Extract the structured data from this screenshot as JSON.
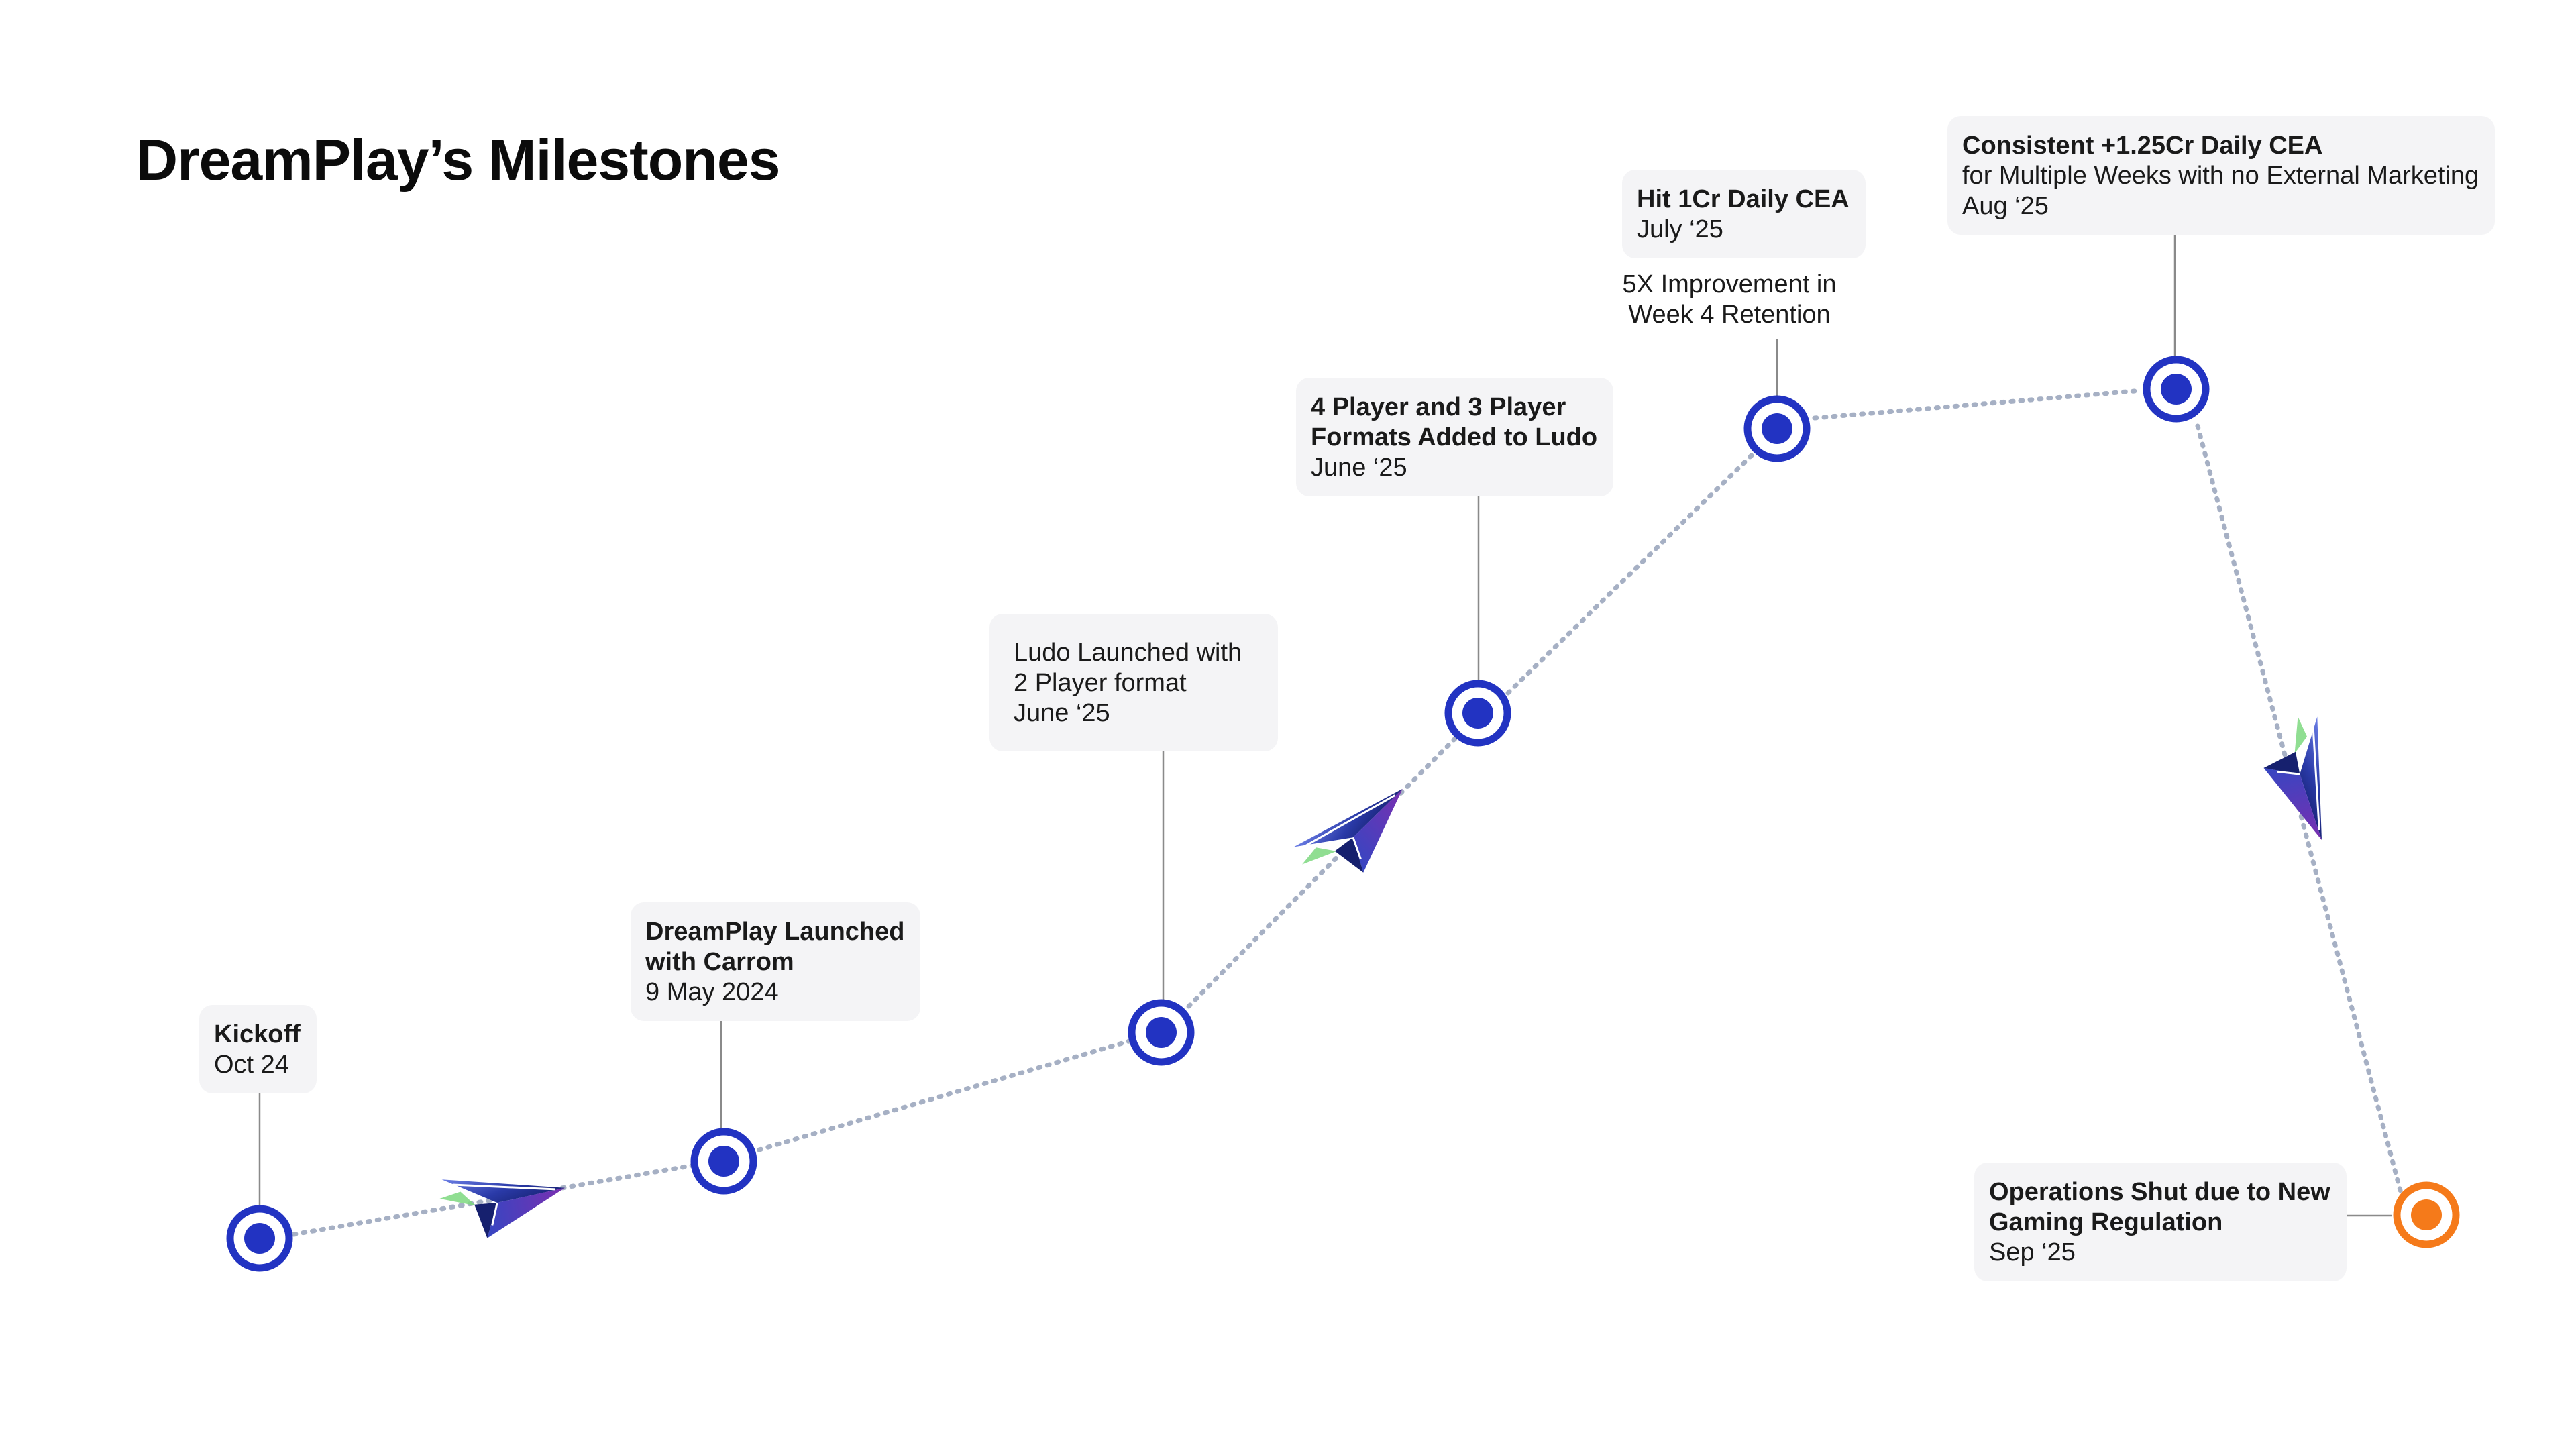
{
  "title": "DreamPlay’s Milestones",
  "colors": {
    "milestone": "#2233c2",
    "final": "#f57a1a",
    "path": "#a6b0c4",
    "stem": "#8a8a8a",
    "card_bg": "#f4f4f6",
    "plane": "#2a3aa8",
    "plane_trail": "#7dd87f"
  },
  "milestones": [
    {
      "id": "kickoff",
      "title": "Kickoff",
      "date": "Oct 24"
    },
    {
      "id": "launch",
      "title_lines": [
        "DreamPlay Launched",
        "with Carrom"
      ],
      "date": "9 May 2024"
    },
    {
      "id": "ludo",
      "lines": [
        "Ludo Launched with",
        "2 Player format"
      ],
      "date": "June ‘25"
    },
    {
      "id": "formats",
      "title_lines": [
        "4 Player and 3 Player",
        "Formats Added to Ludo"
      ],
      "date": "June ‘25"
    },
    {
      "id": "cea1",
      "title": "Hit 1Cr Daily CEA",
      "date": "July ‘25",
      "note_lines": [
        "5X Improvement in",
        "Week 4 Retention"
      ]
    },
    {
      "id": "cea125",
      "title": "Consistent +1.25Cr Daily CEA",
      "subtitle": "for Multiple Weeks with no External Marketing",
      "date": "Aug ‘25"
    },
    {
      "id": "shutdown",
      "title_lines": [
        "Operations Shut due to New",
        "Gaming Regulation"
      ],
      "date": "Sep ‘25"
    }
  ],
  "icons": [
    "paper-plane-icon",
    "paper-plane-icon",
    "paper-plane-icon"
  ]
}
